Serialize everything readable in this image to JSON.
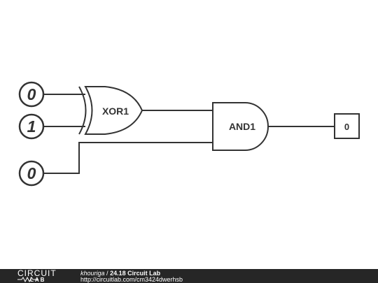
{
  "inputs": [
    {
      "value": "0"
    },
    {
      "value": "1"
    },
    {
      "value": "0"
    }
  ],
  "gates": {
    "xor": {
      "label": "XOR1"
    },
    "and": {
      "label": "AND1"
    }
  },
  "output": {
    "value": "0"
  },
  "colors": {
    "stroke": "#333333",
    "footer_bg": "#262626"
  },
  "footer": {
    "logo_top": "CIRCUIT",
    "logo_bottom": "LAB",
    "user": "khouriga",
    "separator": "/",
    "title": "24.18 Circuit Lab",
    "url": "http://circuitlab.com/cm3424dwerhsb"
  }
}
